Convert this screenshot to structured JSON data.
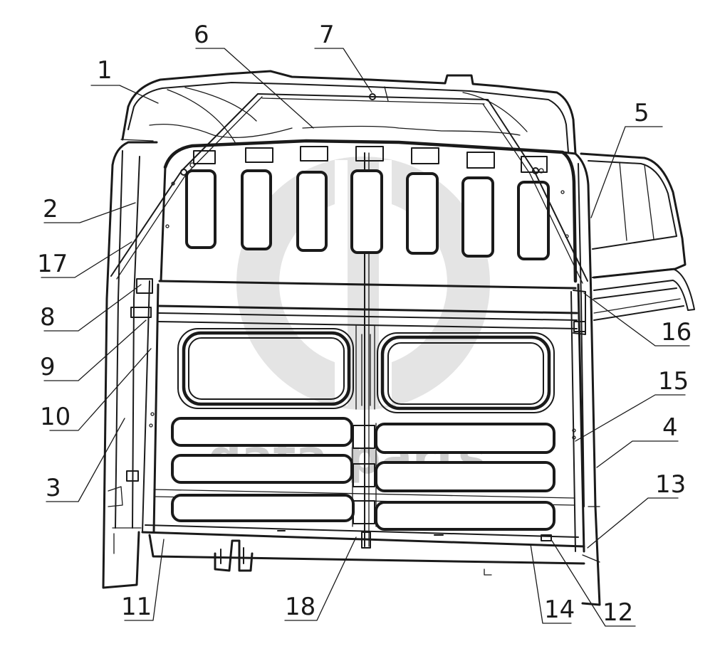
{
  "watermark": {
    "text": "data-parts",
    "color": "#cfcfcf"
  },
  "callouts": [
    {
      "id": "1",
      "label": "1"
    },
    {
      "id": "2",
      "label": "2"
    },
    {
      "id": "3",
      "label": "3"
    },
    {
      "id": "4",
      "label": "4"
    },
    {
      "id": "5",
      "label": "5"
    },
    {
      "id": "6",
      "label": "6"
    },
    {
      "id": "7",
      "label": "7"
    },
    {
      "id": "8",
      "label": "8"
    },
    {
      "id": "9",
      "label": "9"
    },
    {
      "id": "10",
      "label": "10"
    },
    {
      "id": "11",
      "label": "11"
    },
    {
      "id": "12",
      "label": "12"
    },
    {
      "id": "13",
      "label": "13"
    },
    {
      "id": "14",
      "label": "14"
    },
    {
      "id": "15",
      "label": "15"
    },
    {
      "id": "16",
      "label": "16"
    },
    {
      "id": "17",
      "label": "17"
    },
    {
      "id": "18",
      "label": "18"
    }
  ]
}
